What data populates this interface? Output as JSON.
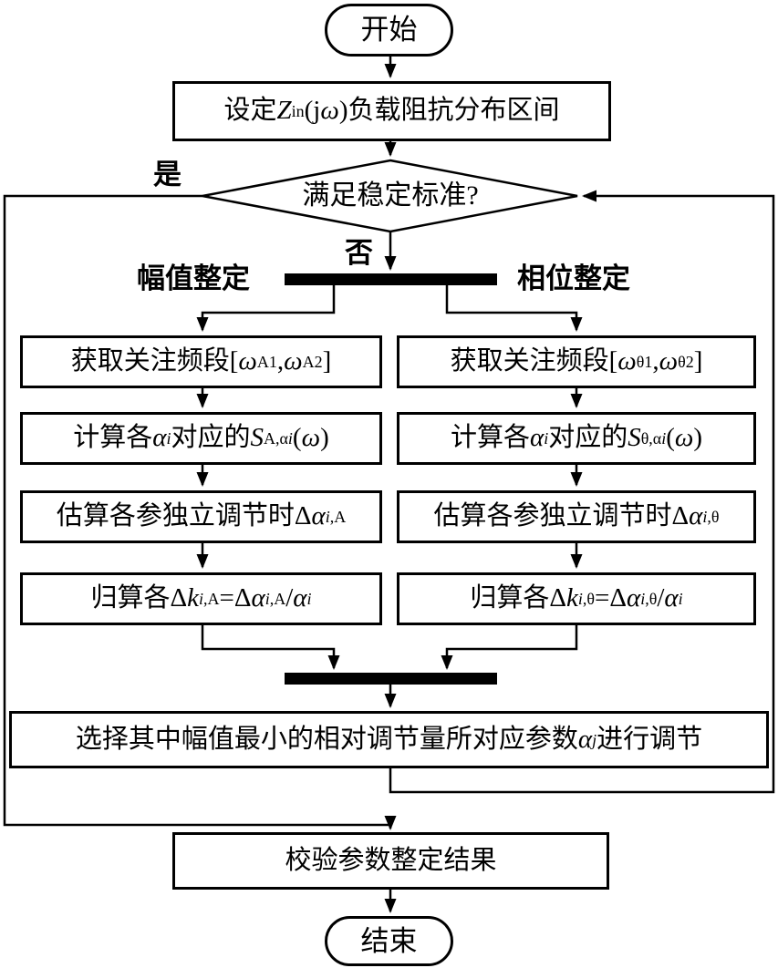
{
  "diagram": {
    "kind": "flowchart",
    "nodes": {
      "start": "开始",
      "set_impedance": "设定*Z*_in_(j*ω*)负载阻抗分布区间",
      "stability_check": "满足稳定标准?",
      "select_param": "选择其中幅值最小的相对调节量所对应参数*α*_*j*_进行调节",
      "verify": "校验参数整定结果",
      "end": "结束"
    },
    "labels": {
      "yes": "是",
      "no": "否",
      "amplitude_branch": "幅值整定",
      "phase_branch": "相位整定"
    },
    "amplitude_column": {
      "step1": "获取关注频段[*ω*_A1_,*ω*_A2_]",
      "step2": "计算各*α*_*i*_对应的*S*_A,α*i*_(*ω*)",
      "step3": "估算各参独立调节时Δ*α*_*i*,A_",
      "step4": "归算各Δ*k*_*i*,A_=Δ*α*_*i*,A_/*α*_*i*_"
    },
    "phase_column": {
      "step1": "获取关注频段[*ω*_θ1_,*ω*_θ2_]",
      "step2": "计算各*α*_*i*_对应的*S*_θ,α*i*_(*ω*)",
      "step3": "估算各参独立调节时Δ*α*_*i*,θ_",
      "step4": "归算各Δ*k*_*i*,θ_=Δ*α*_*i*,θ_/*α*_*i*_"
    },
    "colors": {
      "line": "#000000",
      "background": "#ffffff",
      "text": "#000000"
    }
  }
}
